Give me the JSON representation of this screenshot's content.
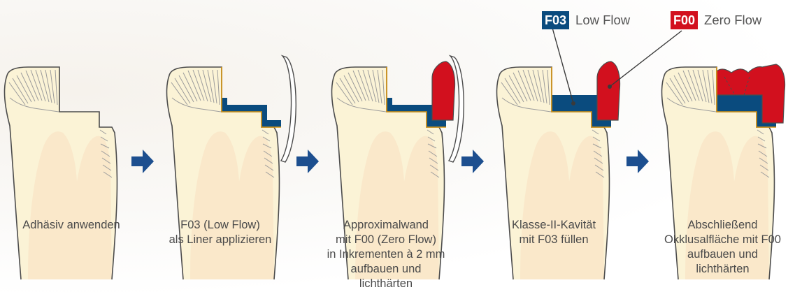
{
  "colors": {
    "low_flow": "#0a4b7e",
    "zero_flow": "#d2101e",
    "arrow": "#1d4f8f",
    "tooth_fill": "#fbf3d6",
    "root_shade": "#f9e5c8",
    "outline": "#4c4c4c",
    "adhesive": "#d79512"
  },
  "legend": [
    {
      "code": "F03",
      "label": "Low Flow",
      "color": "#0a4b7e"
    },
    {
      "code": "F00",
      "label": "Zero Flow",
      "color": "#d2101e"
    }
  ],
  "steps": [
    {
      "caption": "Adhäsiv anwenden"
    },
    {
      "caption": "F03 (Low Flow)\nals Liner applizieren"
    },
    {
      "caption": "Approximalwand\nmit F00 (Zero Flow)\nin Inkrementen à 2 mm\naufbauen und\nlichthärten"
    },
    {
      "caption": "Klasse-II-Kavität\nmit F03 füllen"
    },
    {
      "caption": "Abschließend\nOkklusalfläche mit F00\naufbauen und\nlichthärten"
    }
  ],
  "icons": [
    "arrow-right-icon"
  ]
}
